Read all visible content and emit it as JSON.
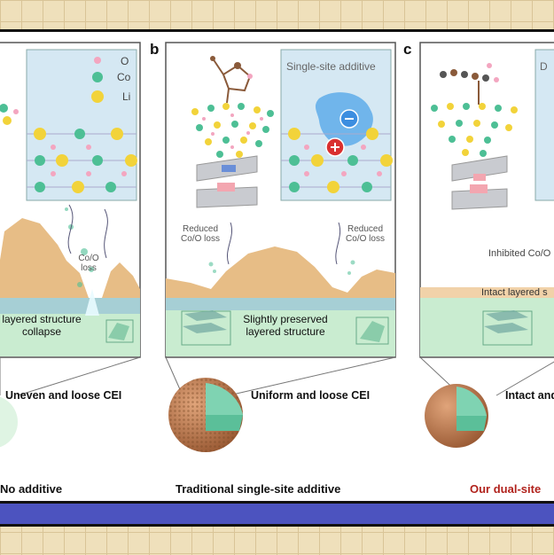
{
  "panels": [
    {
      "letter": "",
      "legend": [
        "O",
        "Co",
        "Li"
      ],
      "loss": "Co/O\nloss",
      "structure": "layered structure\ncollapse",
      "cei": "Uneven and loose CEI",
      "caption": "No additive"
    },
    {
      "letter": "b",
      "inset": "Single-site additive",
      "loss_left": "Reduced\nCo/O loss",
      "loss_right": "Reduced\nCo/O loss",
      "structure": "Slightly preserved\nlayered structure",
      "cei": "Uniform and loose CEI",
      "caption": "Traditional single-site additive"
    },
    {
      "letter": "c",
      "inset": "D",
      "loss": "Inhibited Co/O",
      "structure": "Intact layered s",
      "cei": "Intact and",
      "caption": "Our dual-site"
    }
  ],
  "colors": {
    "accent": "#b1221c",
    "band": "#4c53bf",
    "sand": "#e7bd86",
    "green": "#c9ecd0",
    "inset": "#d5e8f3"
  }
}
